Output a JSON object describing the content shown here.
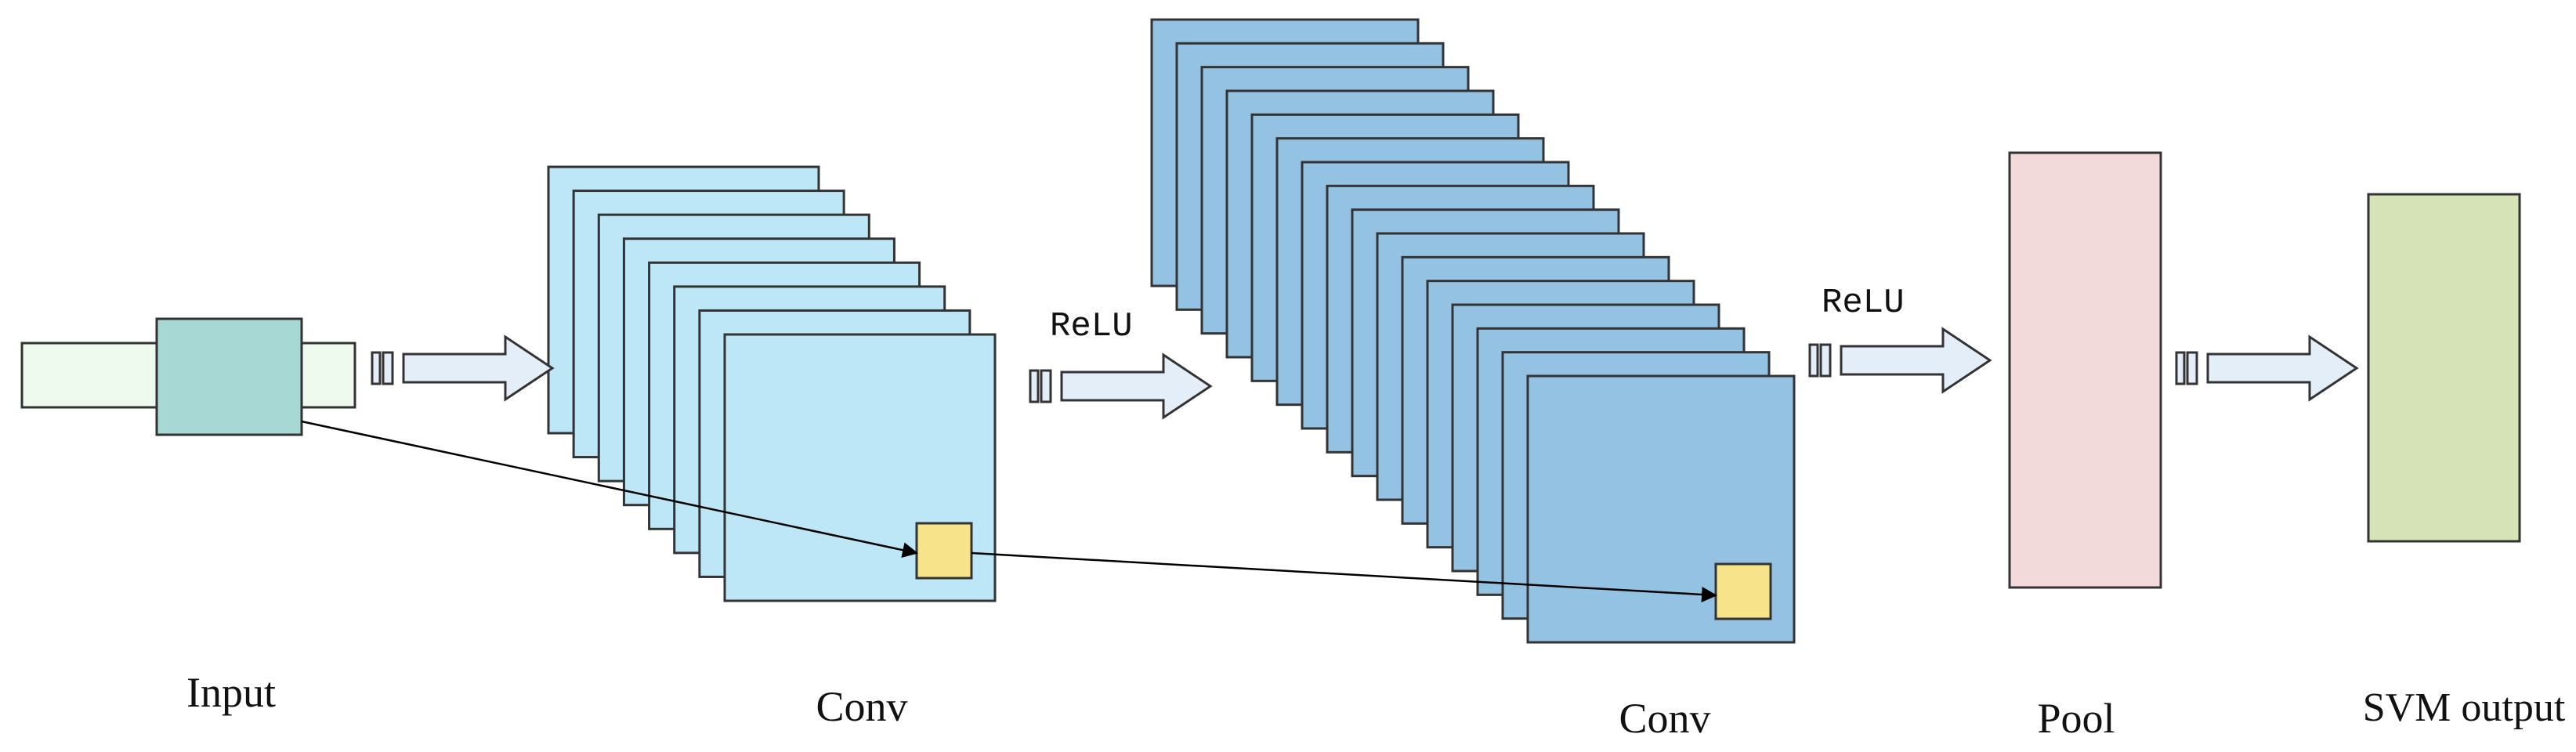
{
  "labels": {
    "input": "Input",
    "conv1": "Conv",
    "conv2": "Conv",
    "pool": "Pool",
    "output": "SVM output",
    "relu1": "ReLU",
    "relu2": "ReLU"
  },
  "colors": {
    "input_outer": "#eefaee",
    "input_core": "#a8d8d4",
    "conv1_fill": "#bde6f6",
    "conv2_fill": "#94c2e2",
    "kernel_fill": "#f7e38a",
    "pool_fill": "#f2dada",
    "output_fill": "#d5e3b6",
    "arrow_fill": "#e4eef9",
    "stroke": "#333333"
  },
  "layers": {
    "conv1_feature_maps": 8,
    "conv2_feature_maps": 16
  }
}
